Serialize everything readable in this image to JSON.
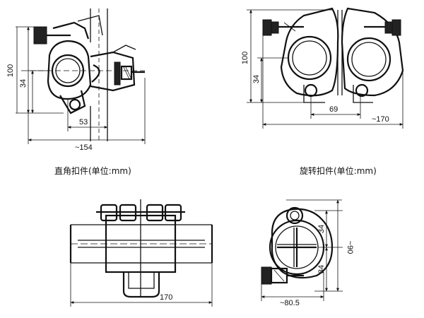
{
  "captions": {
    "right_angle": "直角扣件(单位:mm)",
    "swivel": "旋转扣件(单位:mm)"
  },
  "dims": {
    "ra_height": "100",
    "ra_half": "34",
    "ra_53": "53",
    "ra_154": "~154",
    "sw_height": "100",
    "sw_half": "34",
    "sw_69": "69",
    "sw_170": "~170",
    "bf_170": "170",
    "bs_34a": "34",
    "bs_34b": "34",
    "bs_90": "~90",
    "bs_80": "~80.5"
  },
  "colors": {
    "ink": "#111111",
    "paper": "#ffffff"
  }
}
